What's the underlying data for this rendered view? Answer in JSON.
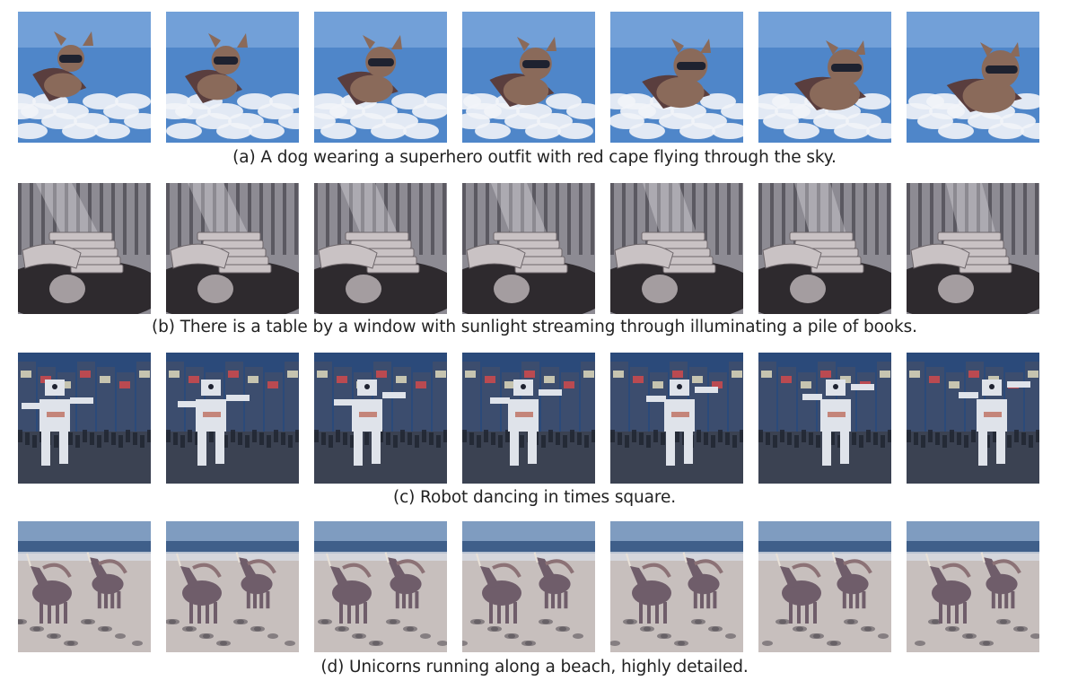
{
  "figure": {
    "rows": [
      {
        "id": "a",
        "caption": "(a) A dog wearing a superhero outfit with red cape flying through the sky.",
        "scene": "dog-superhero-sky",
        "colors": {
          "sky": "#4f86c9",
          "sky_light": "#8fb7e3",
          "cloud": "#f2f4f8",
          "subject": "#8a6a5a",
          "cape": "#5a3e3e"
        }
      },
      {
        "id": "b",
        "caption": "(b) There is a table by a window with sunlight streaming through illuminating a pile of books.",
        "scene": "books-table-window",
        "colors": {
          "wall": "#8d8b93",
          "wall_dark": "#3a3840",
          "table": "#2e2a2e",
          "books": "#c9c2c4",
          "light": "#e9e6ea"
        }
      },
      {
        "id": "c",
        "caption": "(c) Robot dancing in times square.",
        "scene": "robot-times-square",
        "colors": {
          "sky": "#2b4a7a",
          "buildings": "#3c4d6e",
          "street": "#3b4252",
          "robot": "#dfe3ea",
          "accent": "#b85c4a"
        }
      },
      {
        "id": "d",
        "caption": "(d) Unicorns running along a beach, highly detailed.",
        "scene": "unicorns-beach",
        "colors": {
          "sky": "#7f9cc0",
          "sea": "#3f5f8a",
          "foam": "#d8dce4",
          "sand": "#c7bfbd",
          "unicorn": "#6f5d6a"
        }
      }
    ],
    "frames_per_row": 7
  }
}
